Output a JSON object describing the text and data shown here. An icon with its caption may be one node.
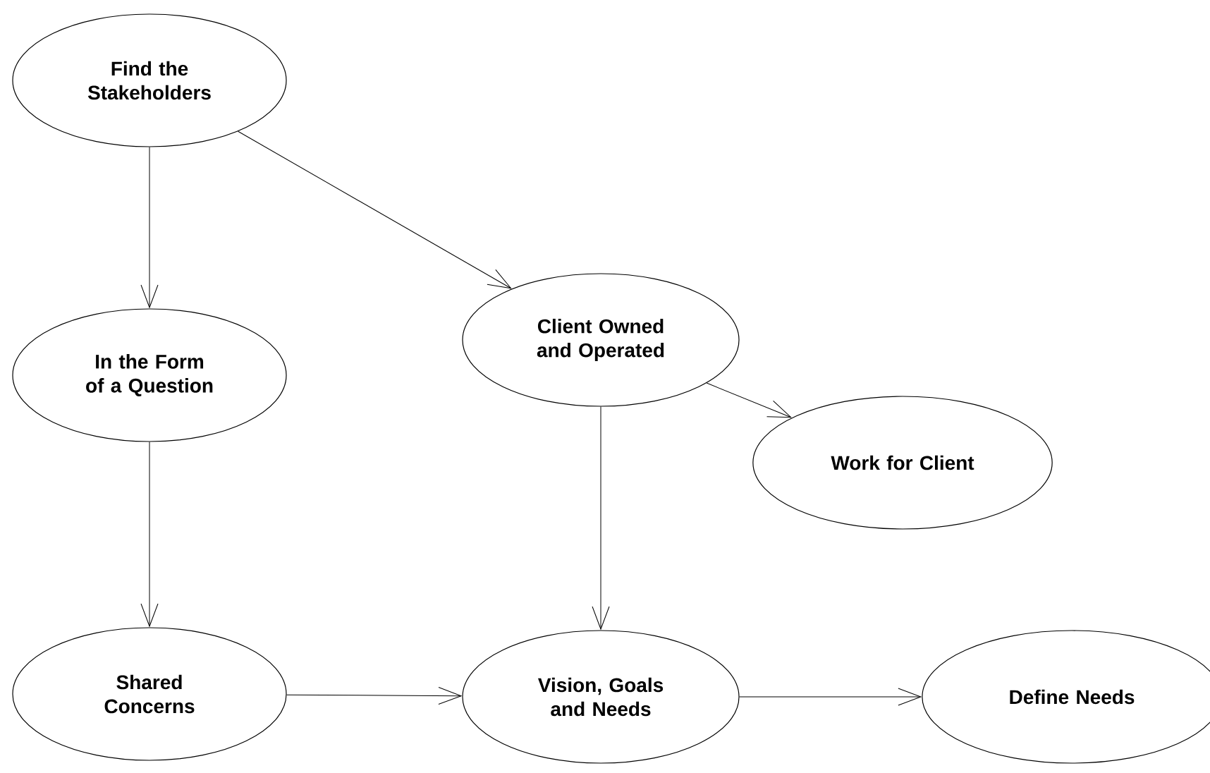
{
  "diagram": {
    "nodes": [
      {
        "text": [
          "Find the Stakeholders"
        ]
      },
      {
        "text": [
          "Client Owned and Operated"
        ]
      },
      {
        "text": [
          "In the Form of a Question"
        ]
      },
      {
        "text": [
          "Work for Client"
        ]
      },
      {
        "text": [
          "Shared Concerns"
        ]
      },
      {
        "text": [
          "Vision, Goals and Needs"
        ]
      },
      {
        "text": [
          "Define Needs"
        ]
      }
    ],
    "edges": [
      {
        "from": 0,
        "to": 2,
        "arrow": "to"
      },
      {
        "from": 0,
        "to": 1,
        "arrow": "to"
      },
      {
        "from": 1,
        "to": 3,
        "arrow": "to"
      },
      {
        "from": 1,
        "to": 5,
        "arrow": "to"
      },
      {
        "from": 2,
        "to": 4,
        "arrow": "to"
      },
      {
        "from": 4,
        "to": 5,
        "arrow": "to"
      },
      {
        "from": 5,
        "to": 6,
        "arrow": "to"
      }
    ]
  }
}
